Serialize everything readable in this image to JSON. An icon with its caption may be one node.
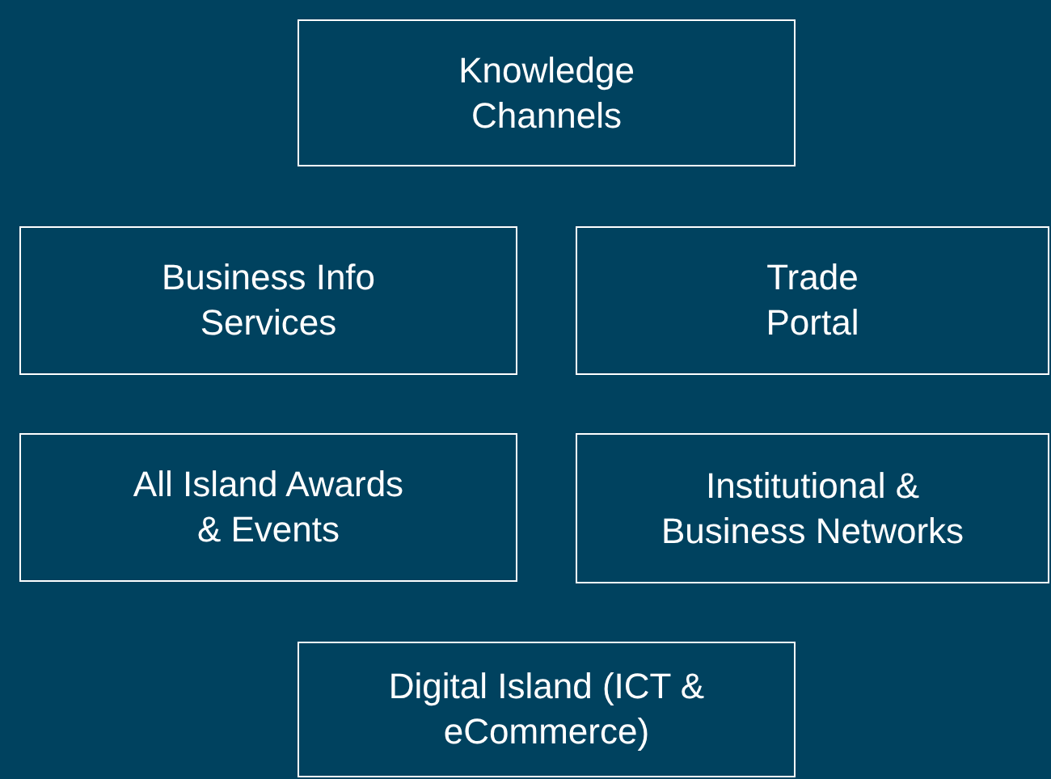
{
  "diagram": {
    "nodes": [
      {
        "text": [
          "Knowledge Channels"
        ]
      },
      {
        "text": [
          "Business Info Services"
        ]
      },
      {
        "text": [
          "Trade Portal"
        ]
      },
      {
        "text": [
          "All Island Awards & Events"
        ]
      },
      {
        "text": [
          "Institutional & Business Networks"
        ]
      },
      {
        "text": [
          "Digital Island (ICT & eCommerce)"
        ]
      }
    ]
  }
}
